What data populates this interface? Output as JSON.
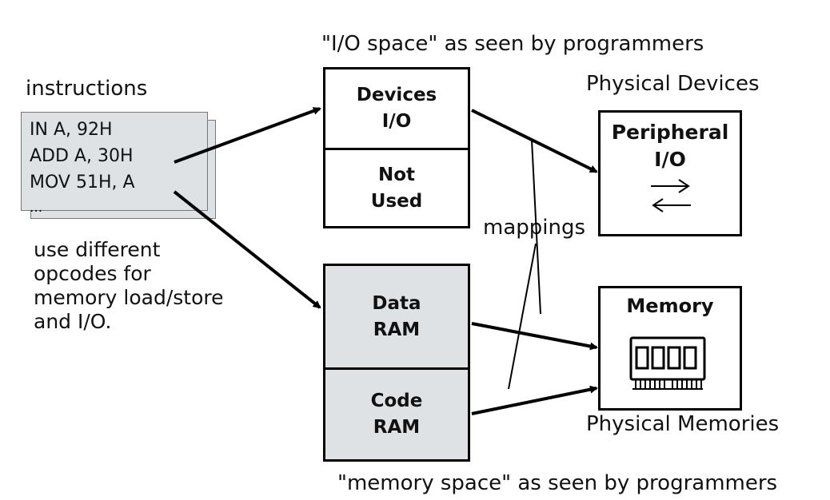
{
  "io_space_caption": "\"I/O space\" as seen by programmers",
  "memory_space_caption": "\"memory space\" as seen by programmers",
  "instructions": {
    "title": "instructions",
    "lines": [
      "IN A, 92H",
      "ADD A, 30H",
      "MOV 51H, A"
    ],
    "ellipsis": "...",
    "note_lines": [
      "use different",
      "opcodes for",
      "memory load/store",
      "and I/O."
    ]
  },
  "io_space": {
    "top_cell": [
      "Devices",
      "I/O"
    ],
    "bottom_cell": [
      "Not",
      "Used"
    ]
  },
  "memory_space": {
    "top_cell": [
      "Data",
      "RAM"
    ],
    "bottom_cell": [
      "Code",
      "RAM"
    ]
  },
  "physical_devices": {
    "caption": "Physical Devices",
    "box_lines": [
      "Peripheral",
      "I/O"
    ]
  },
  "physical_memories": {
    "caption": "Physical Memories",
    "box_title": "Memory"
  },
  "mappings_label": "mappings",
  "icons": {
    "io_arrows": "bidirectional-arrows-icon",
    "memory_chip": "memory-module-icon"
  }
}
